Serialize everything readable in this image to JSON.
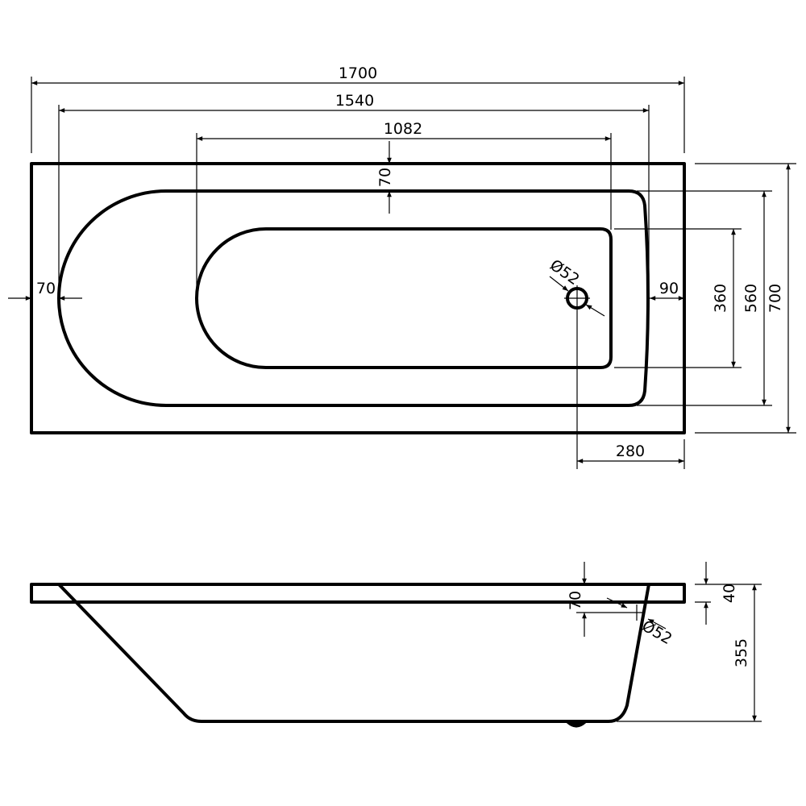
{
  "top_view": {
    "overall_length": "1700",
    "outer_basin_length": "1540",
    "inner_basin_length": "1082",
    "rim_top": "70",
    "rim_left": "70",
    "rim_right": "90",
    "drain_diameter": "Ø52",
    "inner_basin_width": "360",
    "outer_basin_width": "560",
    "overall_width": "700",
    "drain_offset": "280"
  },
  "side_view": {
    "rim_thickness": "40",
    "depth": "355",
    "overflow_offset": "70",
    "overflow_diameter": "Ø52"
  },
  "colors": {
    "line": "#000000",
    "background": "#ffffff"
  }
}
